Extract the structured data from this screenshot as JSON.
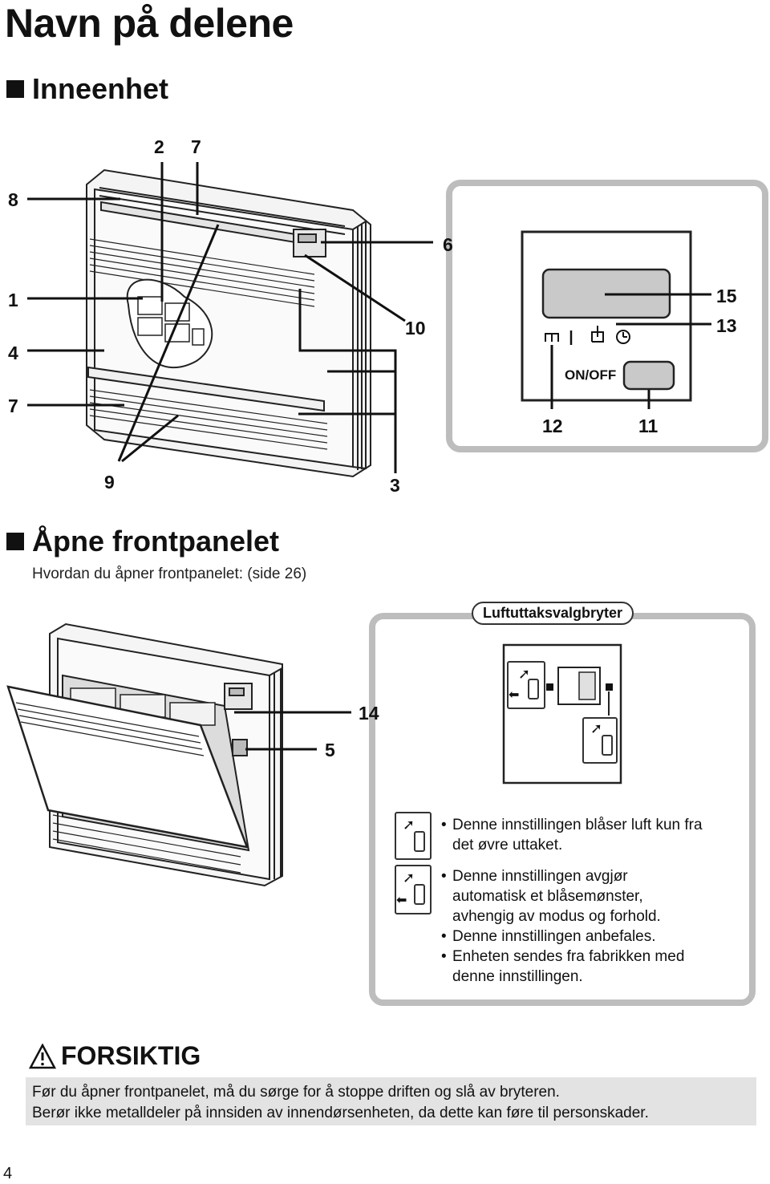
{
  "page_title": "Navn på delene",
  "section1": {
    "title": "Inneenhet"
  },
  "callouts_indoor": {
    "n8": "8",
    "n2": "2",
    "n7a": "7",
    "n6": "6",
    "n1": "1",
    "n4": "4",
    "n7b": "7",
    "n10": "10",
    "n9": "9",
    "n3": "3"
  },
  "control_panel": {
    "on_off": "ON/OFF",
    "n15": "15",
    "n13": "13",
    "n12": "12",
    "n11": "11"
  },
  "section2": {
    "title": "Åpne frontpanelet",
    "subtitle": "Hvordan du åpner frontpanelet: (side 26)"
  },
  "callouts_open": {
    "n14": "14",
    "n5": "5"
  },
  "selector_box": {
    "label": "Luftuttaksvalgbryter",
    "bullets1": [
      "Denne innstillingen blåser luft kun fra",
      "det øvre uttaket."
    ],
    "bullets2": [
      "Denne innstillingen avgjør",
      "automatisk et blåsemønster,",
      "avhengig av modus og forhold.",
      "Denne innstillingen anbefales.",
      "Enheten sendes fra fabrikken med",
      "denne innstillingen."
    ]
  },
  "caution": {
    "title": "FORSIKTIG",
    "line1": "Før du åpner frontpanelet, må du sørge for å stoppe driften og slå av bryteren.",
    "line2": "Berør ikke metalldeler på innsiden av innendørsenheten, da dette kan føre til personskader."
  },
  "page_number": "4"
}
